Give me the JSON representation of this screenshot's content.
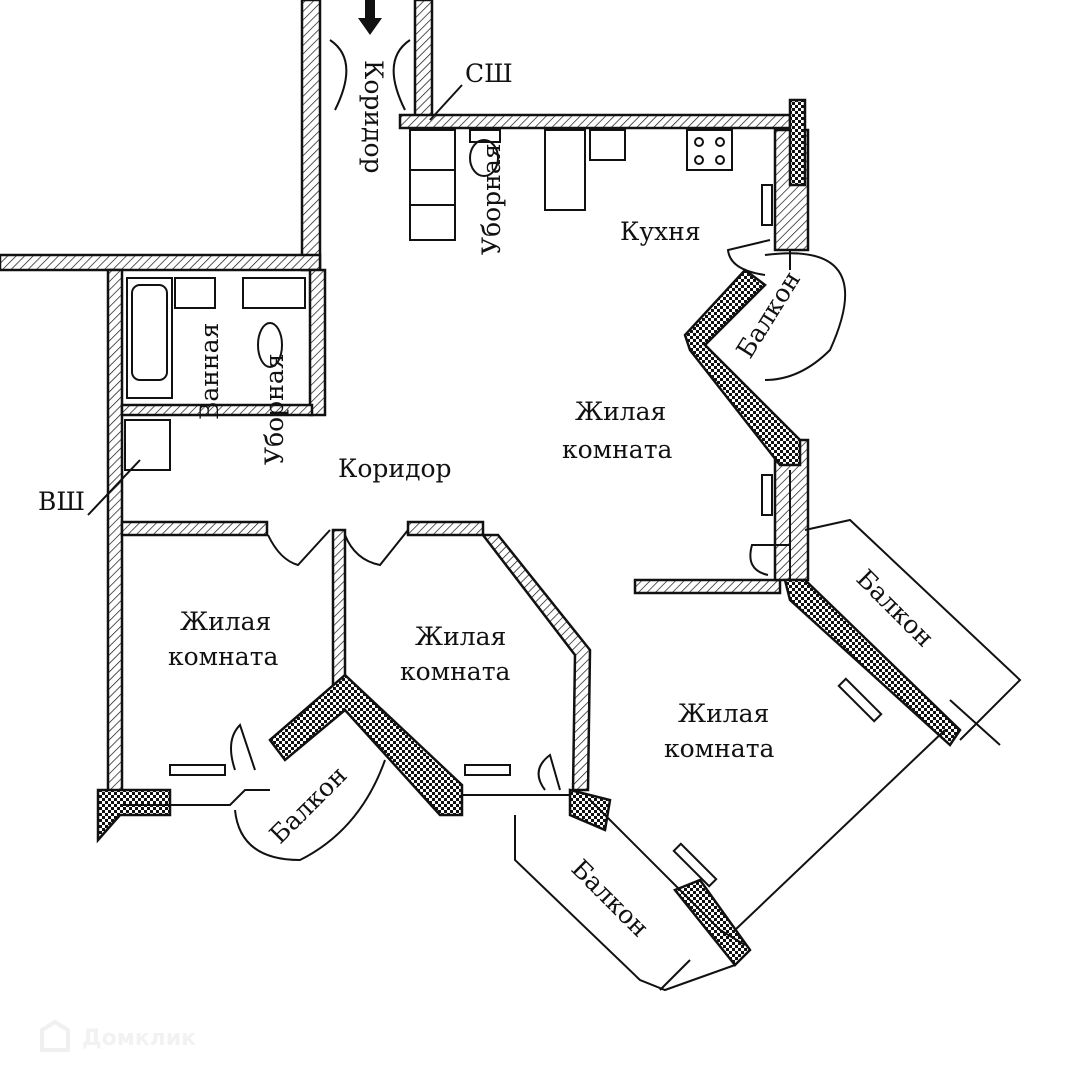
{
  "plan": {
    "labels": {
      "corridor_top": "Коридор",
      "shaft_top": "СШ",
      "toilet_top": "Уборная",
      "kitchen": "Кухня",
      "balcony_kitchen": "Балкон",
      "bathroom": "Ванная",
      "toilet_left": "Уборная",
      "shaft_left": "ВШ",
      "corridor_main": "Коридор",
      "living_center_1": "Жилая",
      "living_center_2": "комната",
      "living_left_1": "Жилая",
      "living_left_2": "комната",
      "living_mid_1": "Жилая",
      "living_mid_2": "комната",
      "living_right_1": "Жилая",
      "living_right_2": "комната",
      "balcony_right": "Балкон",
      "balcony_left": "Балкон",
      "balcony_bottom": "Балкон"
    },
    "watermark": "Домклик"
  }
}
